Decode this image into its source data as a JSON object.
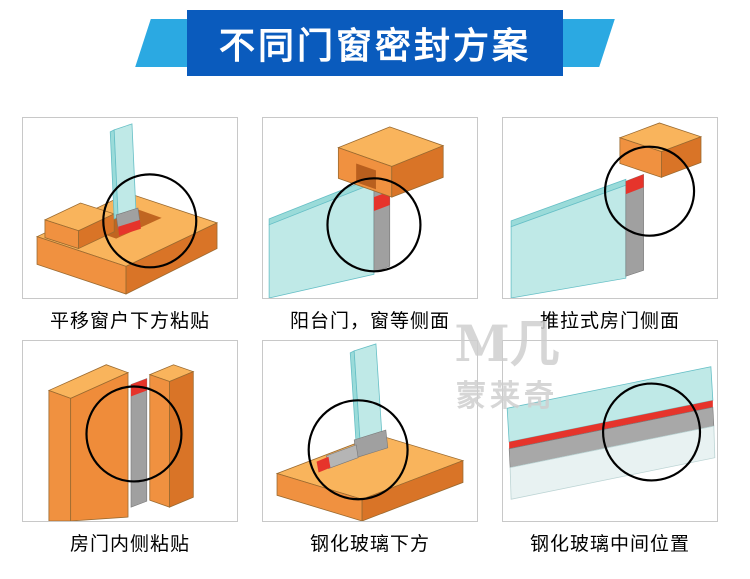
{
  "banner": {
    "title": "不同门窗密封方案",
    "plate_color": "#0a5bbd",
    "ribbon_color": "#2ba9e2",
    "text_color": "#ffffff"
  },
  "watermark": {
    "logo_text": "M几",
    "name": "蒙莱奇"
  },
  "cells": [
    {
      "caption": "平移窗户下方粘贴",
      "illustration": "sliding-window-bottom-seal"
    },
    {
      "caption": "阳台门，窗等侧面",
      "illustration": "balcony-door-window-side-seal"
    },
    {
      "caption": "推拉式房门侧面",
      "illustration": "sliding-room-door-side-seal"
    },
    {
      "caption": "房门内侧粘贴",
      "illustration": "room-door-inner-seal"
    },
    {
      "caption": "钢化玻璃下方",
      "illustration": "tempered-glass-bottom-seal"
    },
    {
      "caption": "钢化玻璃中间位置",
      "illustration": "tempered-glass-middle-seal"
    }
  ],
  "palette": {
    "frame_orange": "#f09140",
    "frame_orange_top": "#f9b45c",
    "frame_orange_dark": "#d97427",
    "glass_cyan": "#bfe9e7",
    "seal_gray": "#a0a0a0",
    "seal_red": "#e6342b",
    "highlight_circle": "#000000",
    "box_border": "#c8c8c8"
  }
}
